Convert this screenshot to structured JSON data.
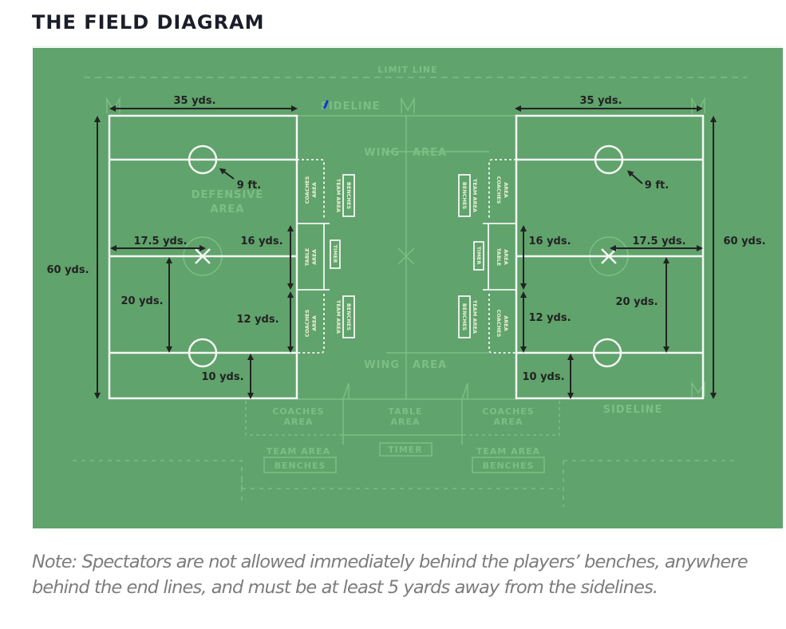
{
  "title": "THE FIELD DIAGRAM",
  "colors": {
    "field": "#60a36c",
    "line": "#f4f7f4",
    "faint": "#7dbe85",
    "arrow": "#222222",
    "text": "#1b1e2a",
    "note": "#7c7c7c"
  },
  "field": {
    "limit_line": "LIMIT LINE",
    "sideline_top": "SIDELINE",
    "sideline_bottom": "SIDELINE",
    "wing_area_top": [
      "WING",
      "AREA"
    ],
    "wing_area_bottom": [
      "WING",
      "AREA"
    ],
    "defensive_area": [
      "DEFENSIVE",
      "AREA"
    ],
    "left_side": {
      "width": "35 yds.",
      "length": "60 yds.",
      "crease_radius": "9 ft.",
      "goal_to_endline": "17.5 yds.",
      "goal_to_restraining": "20 yds.",
      "substitution_box_upper": "16 yds.",
      "substitution_box_lower": "12 yds.",
      "restraining_to_sideline": "10 yds."
    },
    "right_side": {
      "width": "35 yds.",
      "length": "60 yds.",
      "crease_radius": "9 ft.",
      "goal_to_endline": "17.5 yds.",
      "goal_to_restraining": "20 yds.",
      "substitution_box_upper": "16 yds.",
      "substitution_box_lower": "12 yds.",
      "restraining_to_sideline": "10 yds."
    },
    "side_labels": {
      "coaches_area": [
        "COACHES",
        "AREA"
      ],
      "table_area": [
        "TABLE",
        "AREA"
      ],
      "team_area": "TEAM AREA",
      "benches": "BENCHES",
      "timer": "TIMER"
    },
    "bottom_labels": {
      "coaches_area_left": [
        "COACHES",
        "AREA"
      ],
      "table_area": [
        "TABLE",
        "AREA"
      ],
      "coaches_area_right": [
        "COACHES",
        "AREA"
      ],
      "team_area_left": "TEAM AREA",
      "benches_left": "BENCHES",
      "timer": "TIMER",
      "team_area_right": "TEAM AREA",
      "benches_right": "BENCHES"
    }
  },
  "note": "Note: Spectators are not allowed immediately behind the players’ benches, anywhere behind the end lines, and must be at least 5 yards away from the sidelines."
}
